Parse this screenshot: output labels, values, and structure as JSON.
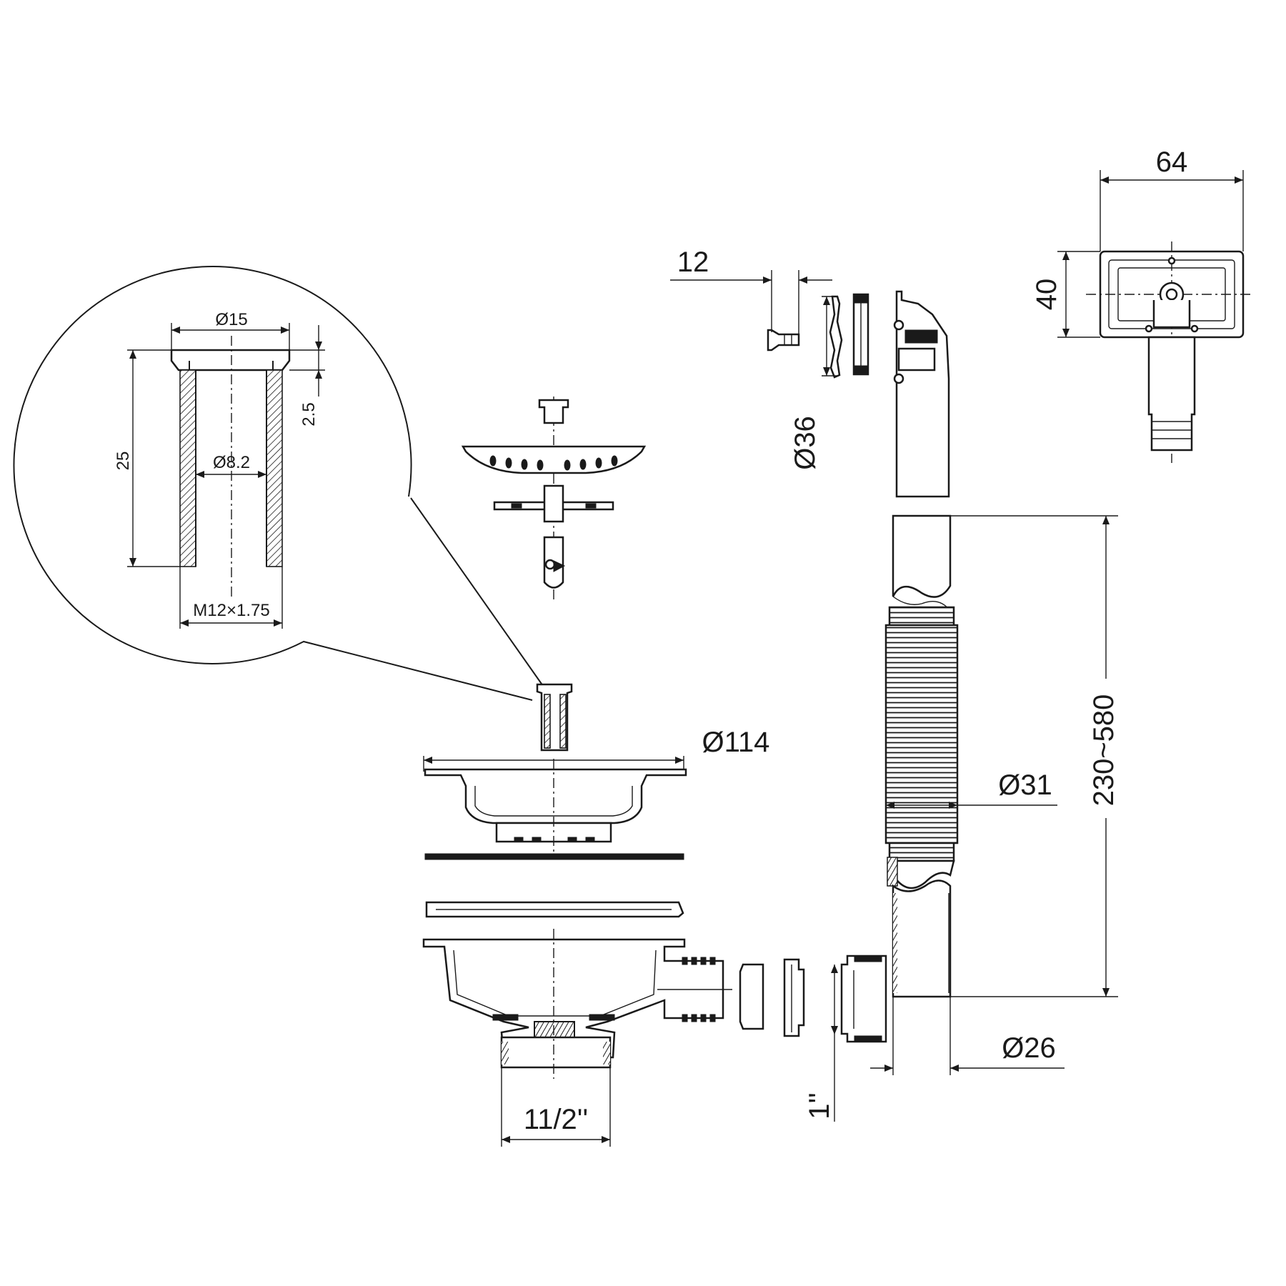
{
  "dimensions": {
    "d15": "Ø15",
    "h25": "25",
    "h2_5": "2.5",
    "d8_2": "Ø8.2",
    "thread_m12": "M12×1.75",
    "w12": "12",
    "d36": "Ø36",
    "w64": "64",
    "h40": "40",
    "d114": "Ø114",
    "d31": "Ø31",
    "range_230_580": "230~580",
    "d26": "Ø26",
    "thread_1_5": "11/2''",
    "thread_1": "1''"
  }
}
